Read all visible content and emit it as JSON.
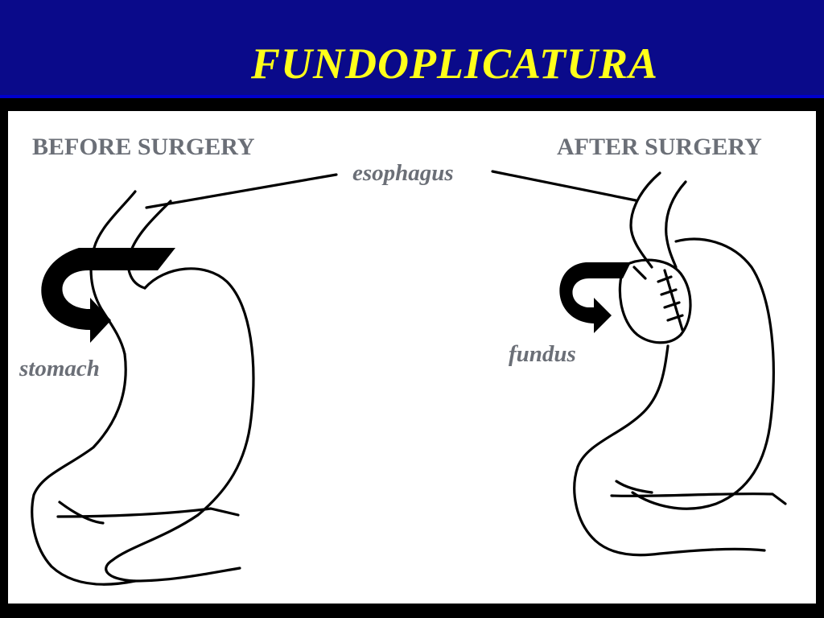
{
  "title": "FUNDOPLICATURA",
  "diagram": {
    "labels": {
      "before": "BEFORE SURGERY",
      "after": "AFTER SURGERY",
      "esophagus": "esophagus",
      "stomach": "stomach",
      "fundus": "fundus"
    }
  },
  "colors": {
    "title_bar": "#0a0a8a",
    "title_text": "#ffff1a",
    "background": "#000000",
    "panel": "#ffffff",
    "label_text": "#6b6f77",
    "ink": "#000000"
  }
}
